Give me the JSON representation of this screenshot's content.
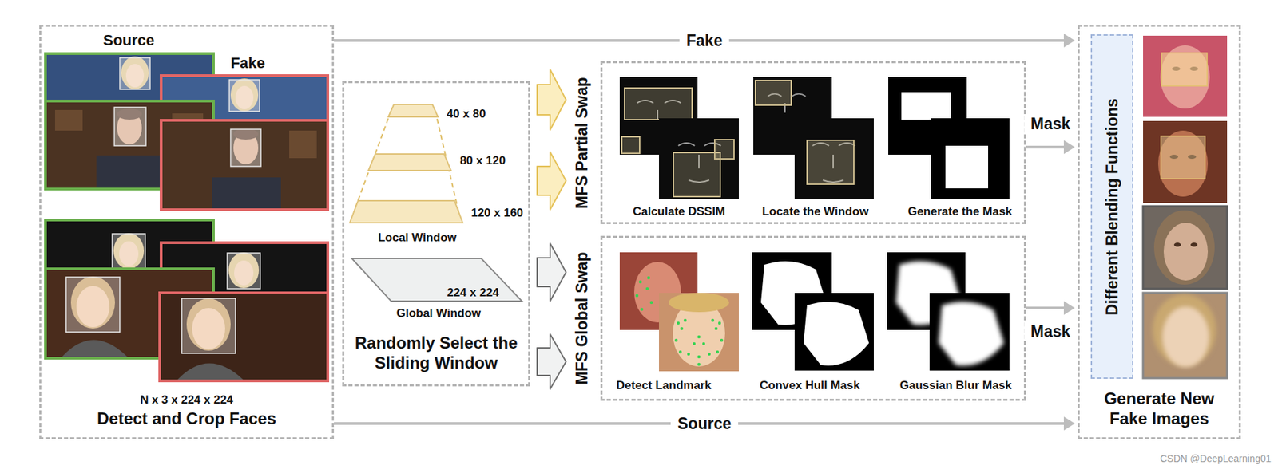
{
  "diagram": {
    "nodes": [
      {
        "text": [
          "N x 3 x 224 x 224",
          "Detect and Crop Faces"
        ]
      },
      {
        "text": [
          "Randomly Select the Sliding Window"
        ]
      },
      {
        "text": [
          "MFS Partial Swap"
        ]
      },
      {
        "text": [
          "MFS Global Swap"
        ]
      },
      {
        "text": [
          "Generate New Fake Images"
        ]
      },
      {
        "text": [
          "Different Blending Functions"
        ],
        "in": 4
      }
    ],
    "edges": [
      {
        "from": 0,
        "to": 4,
        "label": "Fake",
        "arrow": "to"
      },
      {
        "from": 0,
        "to": 4,
        "label": "Source",
        "arrow": "to"
      },
      {
        "from": 1,
        "to": 2,
        "arrow": "to"
      },
      {
        "from": 1,
        "to": 2,
        "arrow": "to"
      },
      {
        "from": 1,
        "to": 3,
        "arrow": "to"
      },
      {
        "from": 1,
        "to": 3,
        "arrow": "to"
      },
      {
        "from": 2,
        "to": 4,
        "label": "Mask",
        "arrow": "to"
      },
      {
        "from": 3,
        "to": 4,
        "label": "Mask",
        "arrow": "to"
      }
    ],
    "labels": [
      "Source",
      "Fake",
      "40 x 80",
      "80 x 120",
      "120 x 160",
      "Local Window",
      "224 x 224",
      "Global Window",
      "Calculate DSSIM",
      "Locate the Window",
      "Generate the Mask",
      "Detect Landmark",
      "Convex Hull Mask",
      "Gaussian Blur Mask",
      "CSDN @DeepLearning01"
    ]
  }
}
